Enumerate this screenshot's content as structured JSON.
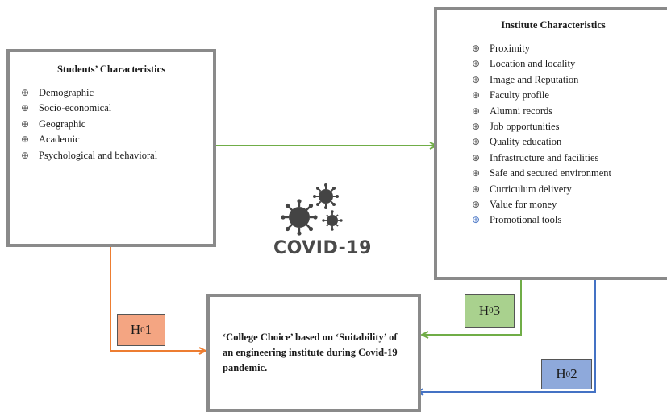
{
  "students": {
    "title": "Students’ Characteristics",
    "items": [
      "Demographic",
      "Socio-economical",
      "Geographic",
      "Academic",
      "Psychological and behavioral"
    ]
  },
  "institute": {
    "title": "Institute Characteristics",
    "items": [
      "Proximity",
      "Location and locality",
      "Image and Reputation",
      "Faculty profile",
      "Alumni records",
      "Job opportunities",
      "Quality education",
      "Infrastructure and facilities",
      "Safe and secured environment",
      "Curriculum delivery",
      "Value for money",
      "Promotional tools"
    ]
  },
  "choice": {
    "text": "‘College Choice’ based on ‘Suitability’ of an engineering institute during Covid-19 pandemic."
  },
  "hypotheses": {
    "h1": {
      "prefix": "H",
      "sub": "0",
      "num": "1",
      "color": "#f4a582"
    },
    "h2": {
      "prefix": "H",
      "sub": "0",
      "num": "2",
      "color": "#8ea9db"
    },
    "h3": {
      "prefix": "H",
      "sub": "0",
      "num": "3",
      "color": "#a9d18e"
    }
  },
  "covid": {
    "label": "COVID-19"
  },
  "colors": {
    "arrow_green": "#70ad47",
    "arrow_orange": "#ed7d31",
    "arrow_blue": "#4472c4",
    "box_border": "#8a8a8a"
  }
}
